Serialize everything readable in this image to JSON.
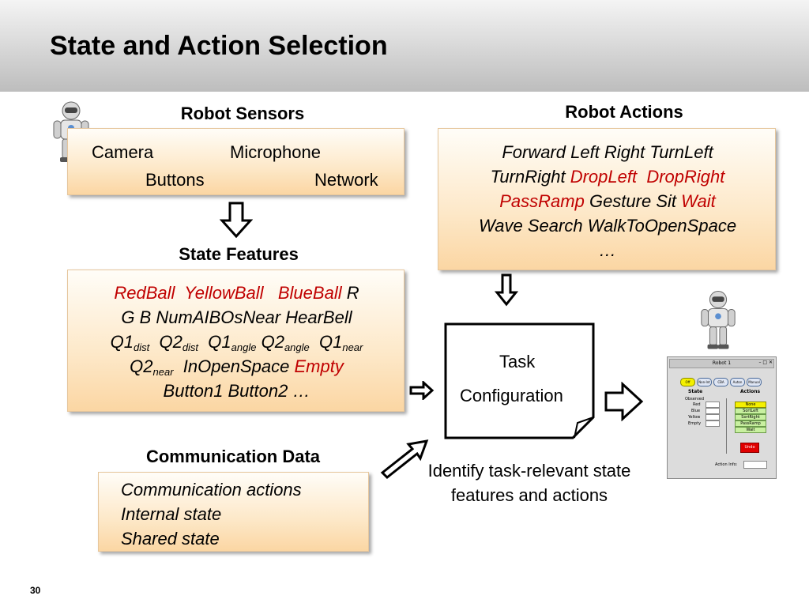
{
  "slide": {
    "title": "State and Action Selection",
    "page_number": "30"
  },
  "robot_sensors": {
    "heading": "Robot Sensors",
    "items": [
      "Camera",
      "Microphone",
      "Buttons",
      "Network"
    ]
  },
  "robot_actions": {
    "heading": "Robot Actions",
    "line1": "Forward  Left  Right  TurnLeft",
    "line2_a": "TurnRight  ",
    "line2_red1": "DropLeft",
    "line2_red2": "DropRight",
    "line3_red1": "PassRamp",
    "line3_b": "  Gesture  Sit  ",
    "line3_red2": "Wait",
    "line4": "Wave Search WalkToOpenSpace",
    "line5": "…"
  },
  "state_features": {
    "heading": "State Features",
    "red_balls": [
      "RedBall",
      "YellowBall",
      "BlueBall"
    ],
    "l1_tail": "R",
    "l2": "G  B  NumAIBOsNear HearBell",
    "q1": "Q1",
    "q2": "Q2",
    "sub_dist": "dist",
    "sub_angle": "angle",
    "sub_near": "near",
    "in_open_space": "InOpenSpace",
    "empty": "Empty",
    "l5": "Button1  Button2 …"
  },
  "task_config": {
    "line1": "Task",
    "line2": "Configuration",
    "caption": "Identify task-relevant state features and actions"
  },
  "communication": {
    "heading": "Communication Data",
    "items": [
      "Communication actions",
      "Internal state",
      "Shared state"
    ]
  },
  "gui_mock": {
    "window_title": "Robot 1",
    "window_controls": "– □ ✕",
    "mode_buttons": [
      "Off",
      "Non-Int",
      "CBA",
      "Auton",
      "Manual"
    ],
    "state_label": "State",
    "actions_label": "Actions",
    "observed_label": "Observed",
    "state_rows": [
      "Red",
      "Blue",
      "Yellow",
      "Empty"
    ],
    "action_buttons": [
      "None",
      "SortLeft",
      "SortRight",
      "PassRamp",
      "Wait"
    ],
    "undo_label": "Undo",
    "action_info_label": "Action Info:"
  },
  "colors": {
    "highlight_red": "#c00000",
    "box_top": "#fffdf8",
    "box_bottom": "#fbd6a3",
    "header_gray": "#d6d6d6"
  }
}
